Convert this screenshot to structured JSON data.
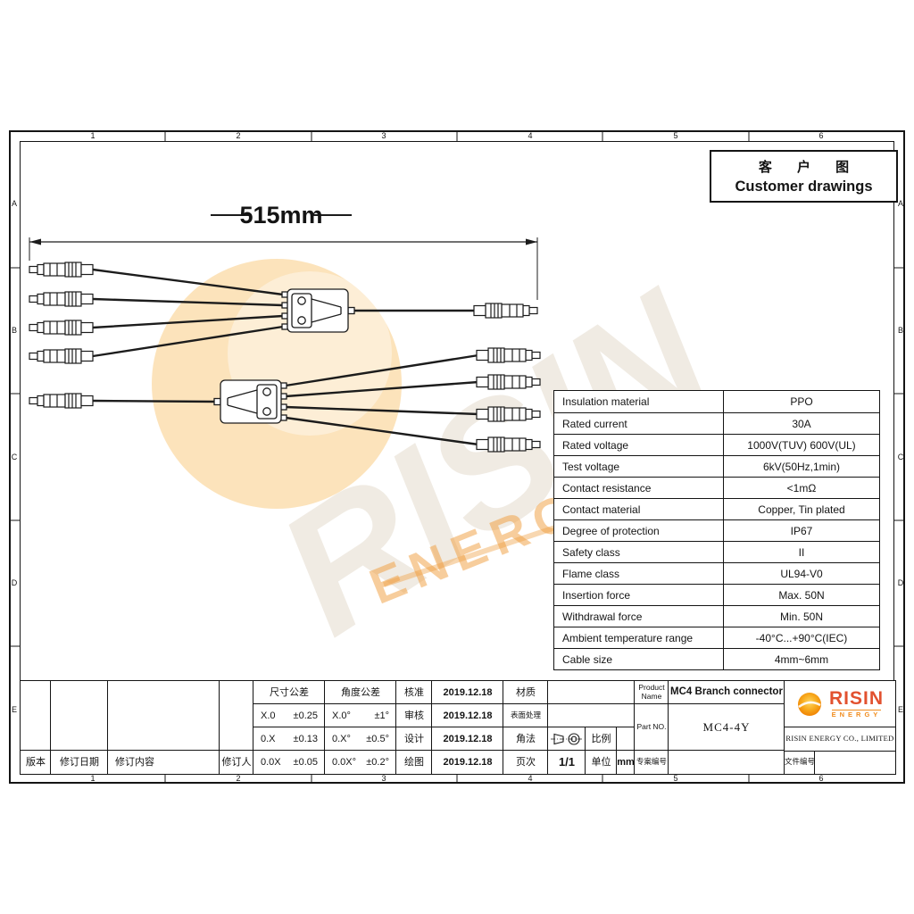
{
  "customer_box": {
    "cn": "客 户 图",
    "en": "Customer drawings"
  },
  "dimension_label": "515mm",
  "zones": {
    "cols": [
      "1",
      "2",
      "3",
      "4",
      "5",
      "6"
    ],
    "rows": [
      "A",
      "B",
      "C",
      "D",
      "E"
    ]
  },
  "watermark": {
    "word1": "RISIN",
    "word2": "ENERGY"
  },
  "colors": {
    "accent_orange": "#f6a21f",
    "logo_red": "#e2512f",
    "logo_orange": "#f08c1e",
    "line": "#141414"
  },
  "spec_table": {
    "rows": [
      {
        "label": "Insulation material",
        "value": "PPO"
      },
      {
        "label": "Rated current",
        "value": "30A"
      },
      {
        "label": "Rated voltage",
        "value": "1000V(TUV) 600V(UL)"
      },
      {
        "label": "Test voltage",
        "value": "6kV(50Hz,1min)"
      },
      {
        "label": "Contact resistance",
        "value": "<1mΩ"
      },
      {
        "label": "Contact material",
        "value": "Copper, Tin plated"
      },
      {
        "label": "Degree of protection",
        "value": "IP67"
      },
      {
        "label": "Safety class",
        "value": "II"
      },
      {
        "label": "Flame class",
        "value": "UL94-V0"
      },
      {
        "label": "Insertion force",
        "value": "Max. 50N"
      },
      {
        "label": "Withdrawal force",
        "value": "Min. 50N"
      },
      {
        "label": "Ambient temperature range",
        "value": "-40°C...+90°C(IEC)"
      },
      {
        "label": "Cable size",
        "value": "4mm~6mm"
      }
    ]
  },
  "title_block": {
    "revision": {
      "version": "版本",
      "date": "修订日期",
      "content": "修订内容",
      "person": "修订人"
    },
    "tolerance": {
      "dim_header": "尺寸公差",
      "angle_header": "角度公差",
      "rows": [
        {
          "dim": "X.0",
          "dim_tol": "±0.25",
          "angle": "X.0°",
          "angle_tol": "±1°"
        },
        {
          "dim": "0.X",
          "dim_tol": "±0.13",
          "angle": "0.X°",
          "angle_tol": "±0.5°"
        },
        {
          "dim": "0.0X",
          "dim_tol": "±0.05",
          "angle": "0.0X°",
          "angle_tol": "±0.2°"
        }
      ]
    },
    "approvals": [
      {
        "label": "核准",
        "date": "2019.12.18"
      },
      {
        "label": "审核",
        "date": "2019.12.18"
      },
      {
        "label": "设计",
        "date": "2019.12.18"
      },
      {
        "label": "绘图",
        "date": "2019.12.18"
      }
    ],
    "fields": {
      "material_label": "材质",
      "surface_label": "表面处理",
      "projection_label": "角法",
      "scale_label": "比例",
      "page_label": "页次",
      "page_value": "1/1",
      "unit_label": "单位",
      "unit_value": "mm"
    },
    "product": {
      "name_label": "Product Name",
      "name_value": "MC4 Branch connector",
      "part_label": "Part NO.",
      "part_value": "MC4-4Y",
      "project_label": "专案编号",
      "file_label": "文件编号"
    },
    "company": {
      "logo_word": "RISIN",
      "logo_sub": "ENERGY",
      "name": "RISIN ENERGY CO., LIMITED"
    }
  }
}
